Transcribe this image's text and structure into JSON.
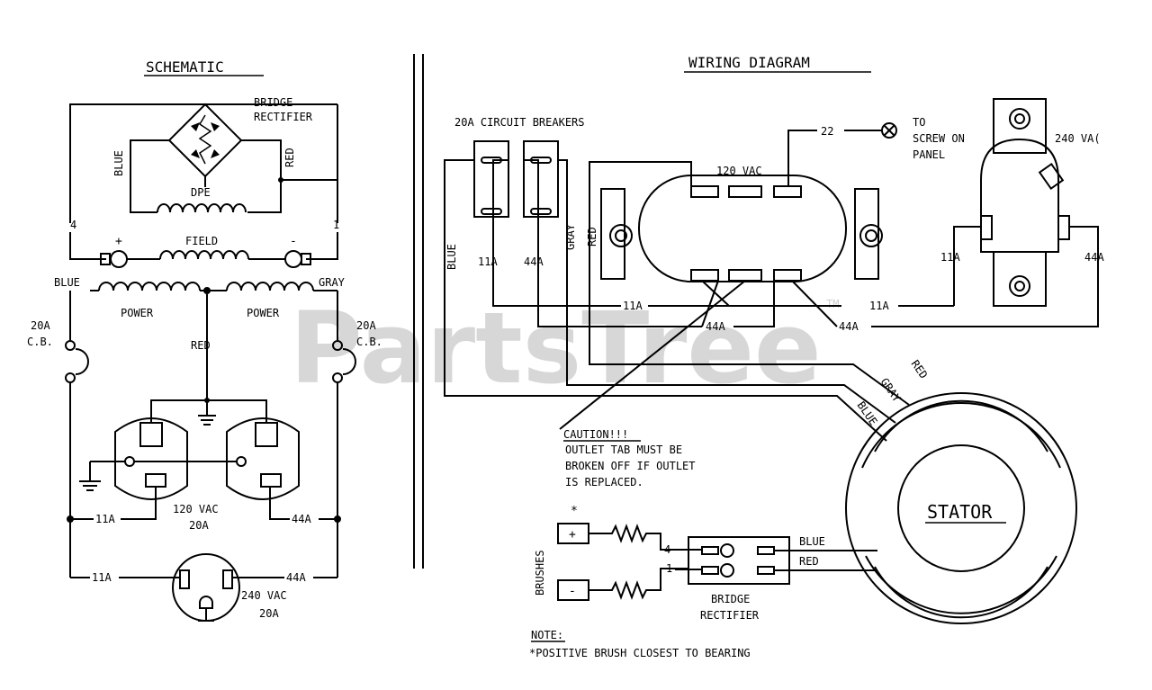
{
  "watermark": "PartsTree",
  "trademark": "TM",
  "schematic": {
    "title": "SCHEMATIC",
    "bridge_rectifier": [
      "BRIDGE",
      "RECTIFIER"
    ],
    "blue": "BLUE",
    "red": "RED",
    "dpe": "DPE",
    "field": "FIELD",
    "plus": "+",
    "minus": "-",
    "wire_4": "4",
    "wire_1": "1",
    "blue_power": "BLUE",
    "gray_power": "GRAY",
    "power_left": "POWER",
    "power_right": "POWER",
    "cb_left": [
      "20A",
      "C.B."
    ],
    "cb_right": [
      "20A",
      "C.B."
    ],
    "red_center": "RED",
    "outlet_120": [
      "120 VAC",
      "20A"
    ],
    "wire_11a_1": "11A",
    "wire_44a_1": "44A",
    "wire_11a_2": "11A",
    "wire_44a_2": "44A",
    "outlet_240": [
      "240 VAC",
      "20A"
    ]
  },
  "wiring": {
    "title": "WIRING DIAGRAM",
    "breakers": "20A CIRCUIT BREAKERS",
    "vac_120": "120 VAC",
    "wire_22": "22",
    "to_screw": [
      "TO",
      "SCREW ON",
      "PANEL"
    ],
    "vac_240": "240 VA(",
    "blue": "BLUE",
    "gray": "GRAY",
    "red": "RED",
    "l_11a": "11A",
    "l_44a": "44A",
    "r_11a": "11A",
    "r_44a": "44A",
    "run_11a_1": "11A",
    "run_11a_2": "11A",
    "run_44a_1": "44A",
    "run_44a_2": "44A",
    "stator_red": "RED",
    "stator_gray": "GRAY",
    "stator_blue": "BLUE",
    "caution": [
      "CAUTION!!!",
      "OUTLET TAB MUST BE",
      "BROKEN OFF IF OUTLET",
      "IS REPLACED."
    ],
    "asterisk": "*",
    "brushes": "BRUSHES",
    "brush_plus": "+",
    "brush_minus": "-",
    "wire_4": "4",
    "wire_1": "1",
    "br_blue": "BLUE",
    "br_red": "RED",
    "bridge_rectifier": [
      "BRIDGE",
      "RECTIFIER"
    ],
    "stator": "STATOR",
    "note_title": "NOTE:",
    "note_text": "*POSITIVE BRUSH CLOSEST TO BEARING"
  }
}
